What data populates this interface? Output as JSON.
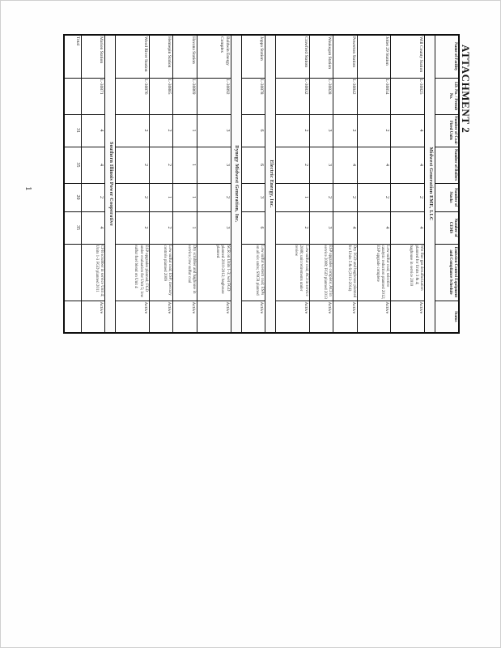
{
  "doc": {
    "title": "ATTACHMENT 2",
    "page_number": "1"
  },
  "table": {
    "columns": [
      "Name of Facility",
      "I.D. No. / Permit No.",
      "Number of Coal-Fired Units",
      "Number of Boilers",
      "Number of Stacks",
      "Number of CEMS",
      "Emission Control Equipment and Compliance Schedule",
      "Status"
    ],
    "rows": [
      {
        "section": "Midwest Generation EME, LLC"
      },
      {
        "cells": [
          "Will County Station",
          "L-30825",
          "4",
          "4",
          "2",
          "4",
          "Wet flue gas desulfurization planned for Units 3 & 4; baghouse in service 2010",
          "Active"
        ]
      },
      {
        "cells": [
          "Joliet 29 Station",
          "L-30854",
          "2",
          "4",
          "2",
          "4",
          "Low sulfur coal; selective catalytic reduction planned 2012; ESP upgrade complete",
          "Active"
        ]
      },
      {
        "cells": [
          "Powerton Station",
          "L-30842",
          "2",
          "4",
          "2",
          "4",
          "Dry FGD and baghouse planned for Units 5 & 6 (2013-2014)",
          "Active"
        ]
      },
      {
        "cells": [
          "Waukegan Station",
          "L-30828",
          "3",
          "3",
          "2",
          "3",
          "ESP upgrades complete; ACI in service 2008; FGD planned 2013",
          "Active"
        ]
      },
      {
        "cells": [
          "Crawford Station",
          "L-30832",
          "2",
          "2",
          "1",
          "2",
          "Low sulfur coal; ACI in service 2008; unit retirements under review",
          "Active"
        ]
      },
      {
        "section": "Electric Energy, Inc."
      },
      {
        "cells": [
          "Joppa Station",
          "L-30878",
          "6",
          "6",
          "3",
          "6",
          "Low sulfur western coal; ESPs on all six units; SNCR planned",
          "Active"
        ]
      },
      {
        "section": "Dynegy Midwest Generation, Inc."
      },
      {
        "cells": [
          "Baldwin Energy Complex",
          "L-30892",
          "3",
          "3",
          "2",
          "3",
          "SCR on Units 1-3; wet FGD planned 2010-2012; baghouse planned",
          "Active"
        ]
      },
      {
        "cells": [
          "Havana Station",
          "L-30869",
          "1",
          "1",
          "1",
          "1",
          "Dry scrubber and baghouse in service; low sulfur coal",
          "Active"
        ]
      },
      {
        "cells": [
          "Hennepin Station",
          "L-30885",
          "2",
          "2",
          "1",
          "2",
          "Low sulfur coal; ESP; mercury controls planned 2009",
          "Active"
        ]
      },
      {
        "cells": [
          "Wood River Station",
          "L-30876",
          "2",
          "2",
          "2",
          "2",
          "ESP upgrades planned; FGD under evaluation for Unit 5; low sulfur fuel blend on Unit 4",
          "Active"
        ]
      },
      {
        "section": "Southern Illinois Power Cooperative"
      },
      {
        "cells": [
          "Marion Station",
          "L-30871",
          "4",
          "4",
          "2",
          "4",
          "CFB scrubber in service Unit 4; Units 1-3 FGD planned 2011",
          "Active"
        ]
      },
      {
        "cells": [
          "Total",
          "",
          "31",
          "35",
          "20",
          "35",
          "",
          ""
        ]
      }
    ]
  }
}
